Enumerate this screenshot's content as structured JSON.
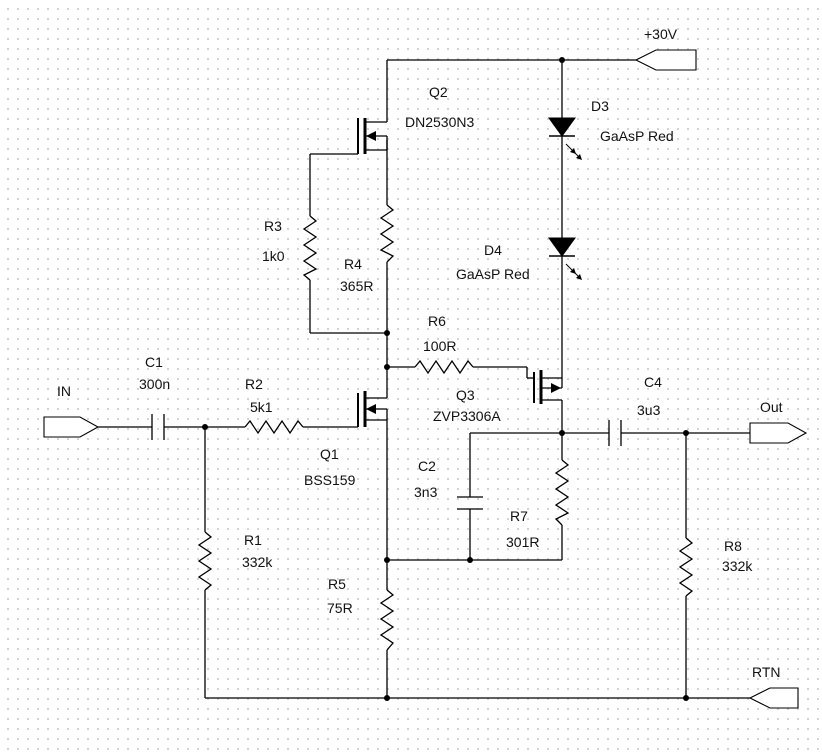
{
  "components": {
    "q1": {
      "ref": "Q1",
      "value": "BSS159"
    },
    "q2": {
      "ref": "Q2",
      "value": "DN2530N3"
    },
    "q3": {
      "ref": "Q3",
      "value": "ZVP3306A"
    },
    "d3": {
      "ref": "D3",
      "value": "GaAsP Red"
    },
    "d4": {
      "ref": "D4",
      "value": "GaAsP Red"
    },
    "r1": {
      "ref": "R1",
      "value": "332k"
    },
    "r2": {
      "ref": "R2",
      "value": "5k1"
    },
    "r3": {
      "ref": "R3",
      "value": "1k0"
    },
    "r4": {
      "ref": "R4",
      "value": "365R"
    },
    "r5": {
      "ref": "R5",
      "value": "75R"
    },
    "r6": {
      "ref": "R6",
      "value": "100R"
    },
    "r7": {
      "ref": "R7",
      "value": "301R"
    },
    "r8": {
      "ref": "R8",
      "value": "332k"
    },
    "c1": {
      "ref": "C1",
      "value": "300n"
    },
    "c2": {
      "ref": "C2",
      "value": "3n3"
    },
    "c4": {
      "ref": "C4",
      "value": "3u3"
    }
  },
  "ports": {
    "vplus": "+30V",
    "input": "IN",
    "output": "Out",
    "return": "RTN"
  },
  "colors": {
    "wire": "#000000",
    "background": "#ffffff",
    "grid": "#c8c8c8"
  }
}
